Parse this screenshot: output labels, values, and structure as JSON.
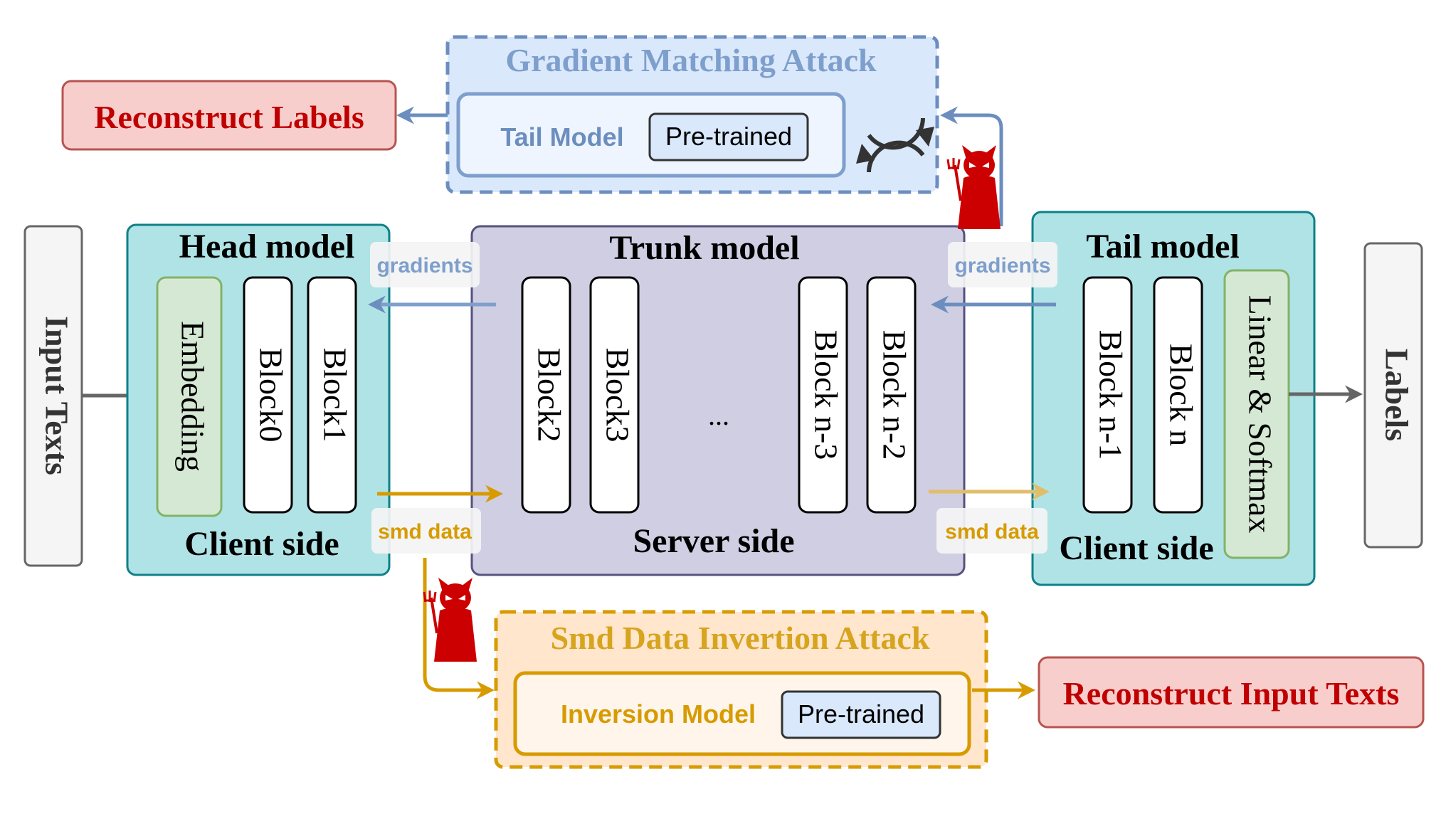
{
  "gradient_attack": {
    "title": "Gradient Matching Attack",
    "model_label": "Tail Model",
    "pretrained_label": "Pre-trained",
    "output_label": "Reconstruct Labels"
  },
  "smd_attack": {
    "title": "Smd Data Invertion Attack",
    "model_label": "Inversion Model",
    "pretrained_label": "Pre-trained",
    "output_label": "Reconstruct Input Texts"
  },
  "input_label": "Input Texts",
  "output_label": "Labels",
  "head": {
    "title": "Head model",
    "embedding_label": "Embedding",
    "blocks": [
      "Block0",
      "Block1"
    ],
    "side_label": "Client side"
  },
  "trunk": {
    "title": "Trunk model",
    "blocks_left": [
      "Block2",
      "Block3"
    ],
    "ellipsis": "...",
    "blocks_right": [
      "Block n-3",
      "Block n-2"
    ],
    "side_label": "Server side"
  },
  "tail": {
    "title": "Tail model",
    "blocks": [
      "Block n-1",
      "Block n"
    ],
    "final_label": "Linear & Softmax",
    "side_label": "Client side"
  },
  "flow_labels": {
    "gradients_left": "gradients",
    "gradients_right": "gradients",
    "smd_left": "smd data",
    "smd_right": "smd data"
  },
  "colors": {
    "gradient_blue": "#6c8ebf",
    "smd_orange": "#d79b00",
    "client_fill": "#b0e3e6",
    "client_stroke": "#0e8088",
    "server_fill": "#d0cee2",
    "server_stroke": "#56517e",
    "recon_fill": "#f8cecc",
    "recon_stroke": "#b85450",
    "recon_text": "#c00000",
    "attacker_red": "#cc0000"
  }
}
